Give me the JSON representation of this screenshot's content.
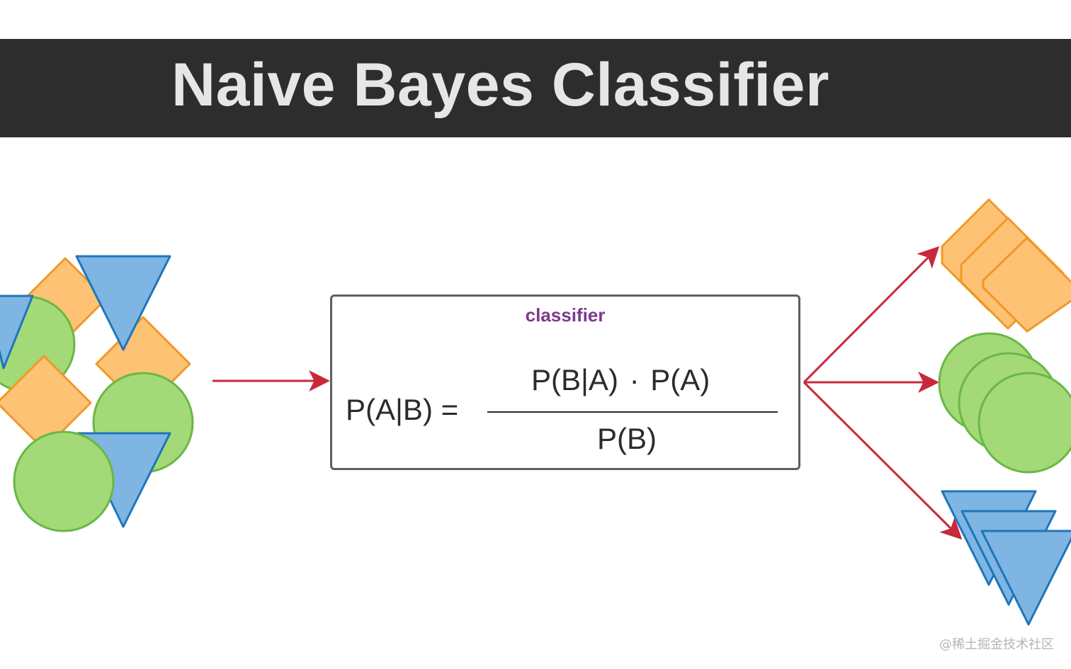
{
  "header": {
    "title": "Naive Bayes Classifier"
  },
  "classifier": {
    "label": "classifier",
    "formula": {
      "lhs": "P(A|B) =",
      "numerator": "P(B|A) · P(A)",
      "denominator": "P(B)"
    }
  },
  "watermark": "@稀土掘金技术社区",
  "colors": {
    "title_bar": "#2d2d2d",
    "title_text": "#e6e6e6",
    "label": "#7b3b8a",
    "arrow": "#c8283a",
    "square_fill": "#fec274",
    "square_stroke": "#f0982a",
    "circle_fill": "#a3d977",
    "circle_stroke": "#6ab745",
    "triangle_fill": "#7fb5e2",
    "triangle_stroke": "#1d76bb"
  }
}
